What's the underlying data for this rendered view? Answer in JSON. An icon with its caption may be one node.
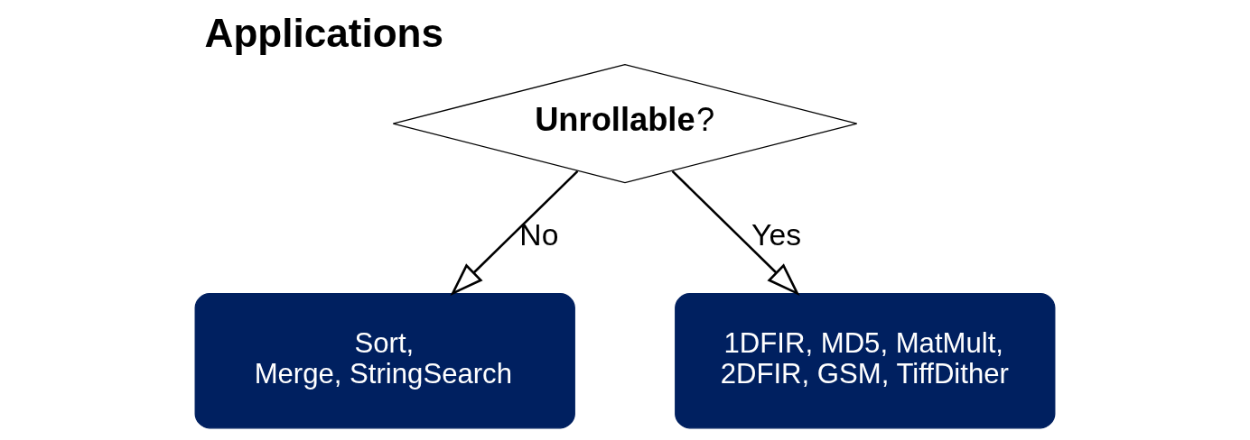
{
  "diagram": {
    "title": "Applications",
    "nodes": [
      {
        "text": [
          "**Unrollable**?"
        ]
      },
      {
        "text": [
          "Sort, Merge, StringSearch"
        ]
      },
      {
        "text": [
          "1DFIR, MD5, MatMult, 2DFIR, GSM, TiffDither"
        ]
      }
    ],
    "edges": [
      {
        "from": 0,
        "to": 1,
        "arrow": "to",
        "label": "No"
      },
      {
        "from": 0,
        "to": 2,
        "arrow": "to",
        "label": "Yes"
      }
    ]
  }
}
